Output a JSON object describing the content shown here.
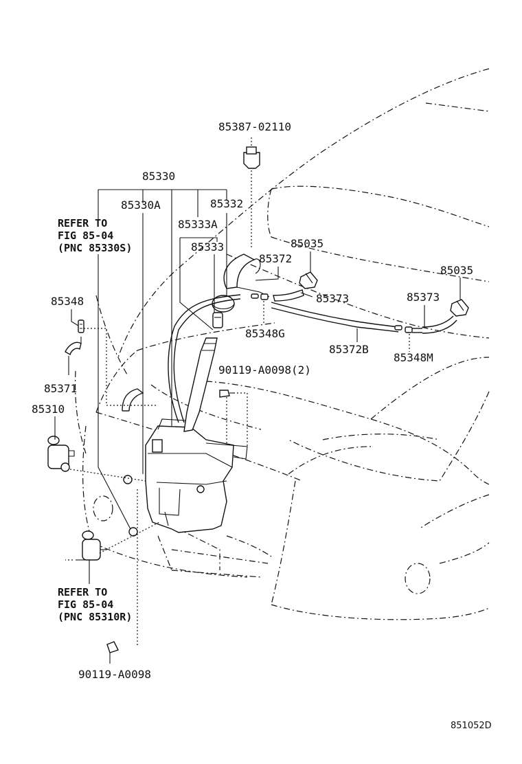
{
  "labels": {
    "p85387": "85387-02110",
    "p85330": "85330",
    "p85330a": "85330A",
    "p85332": "85332",
    "p85333a": "85333A",
    "p85333": "85333",
    "refer_top_1": "REFER TO",
    "refer_top_2": "FIG 85-04",
    "refer_top_3": "(PNC 85330S)",
    "p85348": "85348",
    "p85371": "85371",
    "p85310": "85310",
    "p85372": "85372",
    "p85035_a": "85035",
    "p85373_a": "85373",
    "p85348g": "85348G",
    "p85035_b": "85035",
    "p85373_b": "85373",
    "p85372b": "85372B",
    "p85348m": "85348M",
    "p90119_2": "90119-A0098(2)",
    "refer_bot_1": "REFER TO",
    "refer_bot_2": "FIG 85-04",
    "refer_bot_3": "(PNC 85310R)",
    "p90119": "90119-A0098",
    "figure_code": "851052D"
  }
}
